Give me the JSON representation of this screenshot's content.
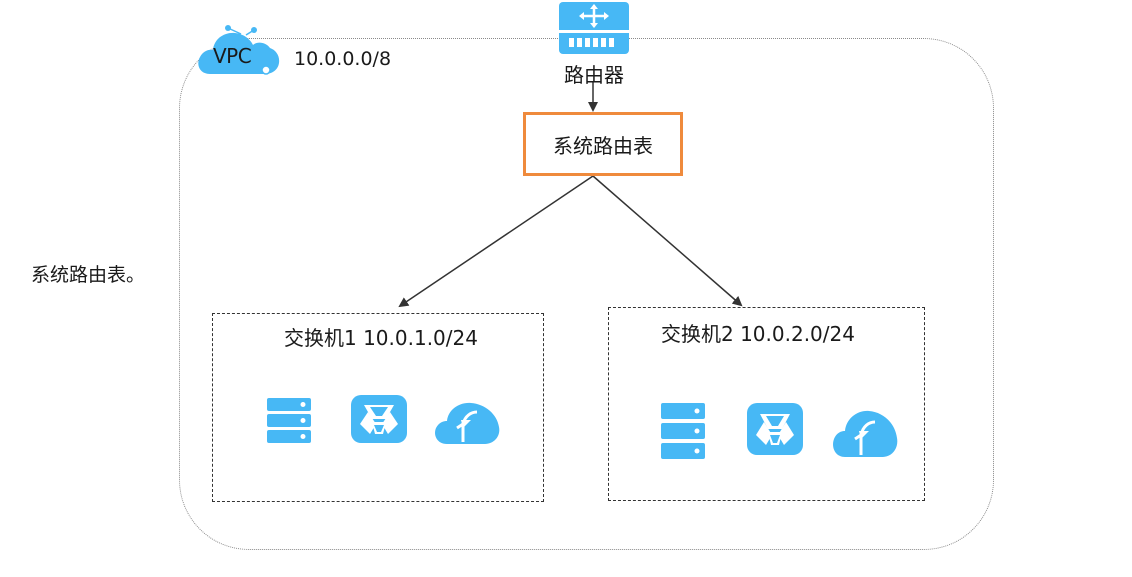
{
  "vpc": {
    "badge": "VPC",
    "cidr": "10.0.0.0/8"
  },
  "router": {
    "label": "路由器",
    "icon": "router-icon"
  },
  "route_table": {
    "label": "系统路由表"
  },
  "side_caption": "系统路由表。",
  "switches": [
    {
      "label": "交换机1 10.0.1.0/24",
      "icons": [
        "server-icon",
        "container-service-icon",
        "cloud-upload-icon"
      ]
    },
    {
      "label": "交换机2 10.0.2.0/24",
      "icons": [
        "server-icon",
        "container-service-icon",
        "cloud-upload-icon"
      ]
    }
  ],
  "colors": {
    "icon_blue": "#47b8f5",
    "route_table_border": "#ef8a3c",
    "line": "#333333"
  }
}
